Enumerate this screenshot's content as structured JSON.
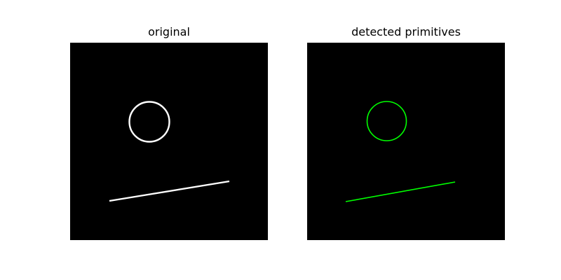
{
  "panels": [
    {
      "title": "original",
      "background": "#000000",
      "stroke_color": "#ffffff",
      "shapes": [
        "circle",
        "line"
      ]
    },
    {
      "title": "detected primitives",
      "background": "#000000",
      "stroke_color": "#00ff00",
      "shapes": [
        "circle",
        "line"
      ]
    }
  ]
}
